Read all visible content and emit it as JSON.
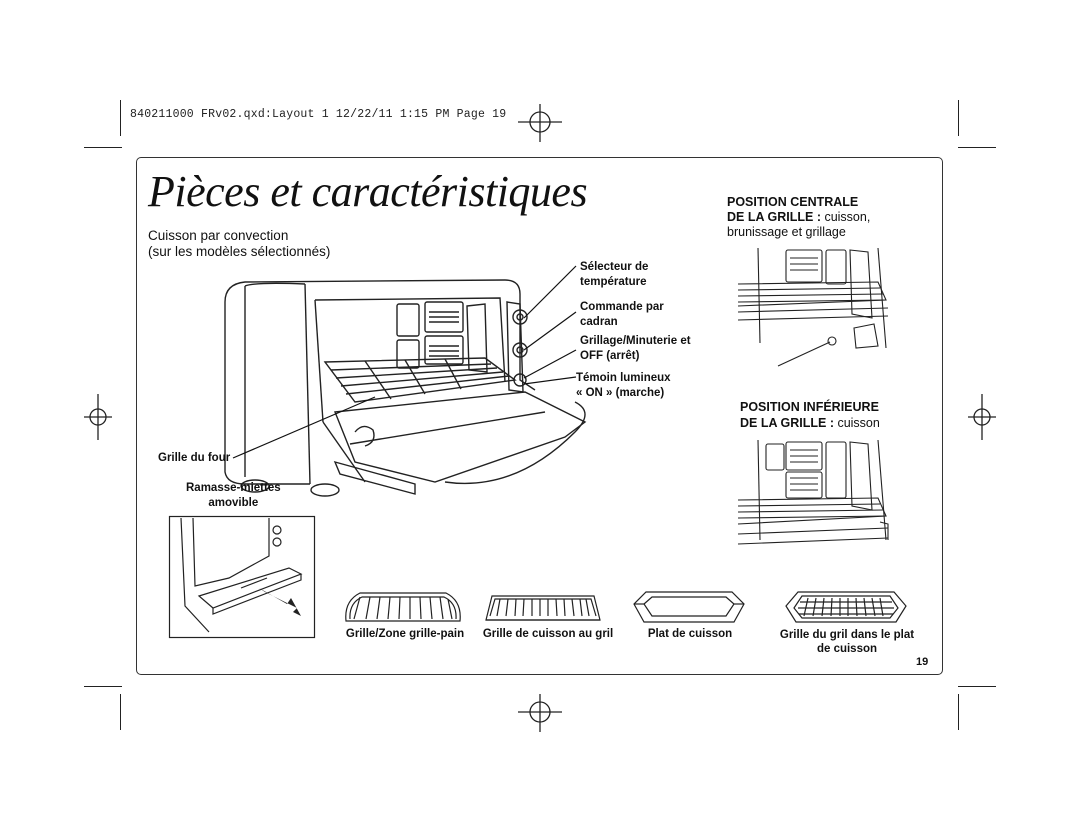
{
  "header": {
    "slug": "840211000 FRv02.qxd:Layout 1  12/22/11  1:15 PM  Page 19"
  },
  "page": {
    "title": "Pièces et caractéristiques",
    "convection_line1": "Cuisson par convection",
    "convection_line2": "(sur les modèles sélectionnés)",
    "page_number": "19"
  },
  "callouts": {
    "temp_selector_1": "Sélecteur de",
    "temp_selector_2": "température",
    "dial_control_1": "Commande par",
    "dial_control_2": "cadran",
    "broil_timer_1": "Grillage/Minuterie et",
    "broil_timer_2": "OFF (arrêt)",
    "indicator_1": "Témoin lumineux",
    "indicator_2": "« ON » (marche)",
    "oven_rack": "Grille du four",
    "crumb_tray_1": "Ramasse-miettes",
    "crumb_tray_2": "amovible"
  },
  "positions": {
    "middle_head_1": "POSITION CENTRALE",
    "middle_head_2": "DE LA GRILLE :",
    "middle_text_2": " cuisson,",
    "middle_text_3": "brunissage et grillage",
    "lower_head_1": "POSITION INFÉRIEURE",
    "lower_head_2": "DE LA GRILLE :",
    "lower_text_2": " cuisson"
  },
  "accessories": {
    "toast_rack": "Grille/Zone grille-pain",
    "broil_rack": "Grille de cuisson au gril",
    "baking_pan": "Plat de cuisson",
    "broil_in_pan_1": "Grille du gril dans le plat",
    "broil_in_pan_2": "de cuisson"
  }
}
